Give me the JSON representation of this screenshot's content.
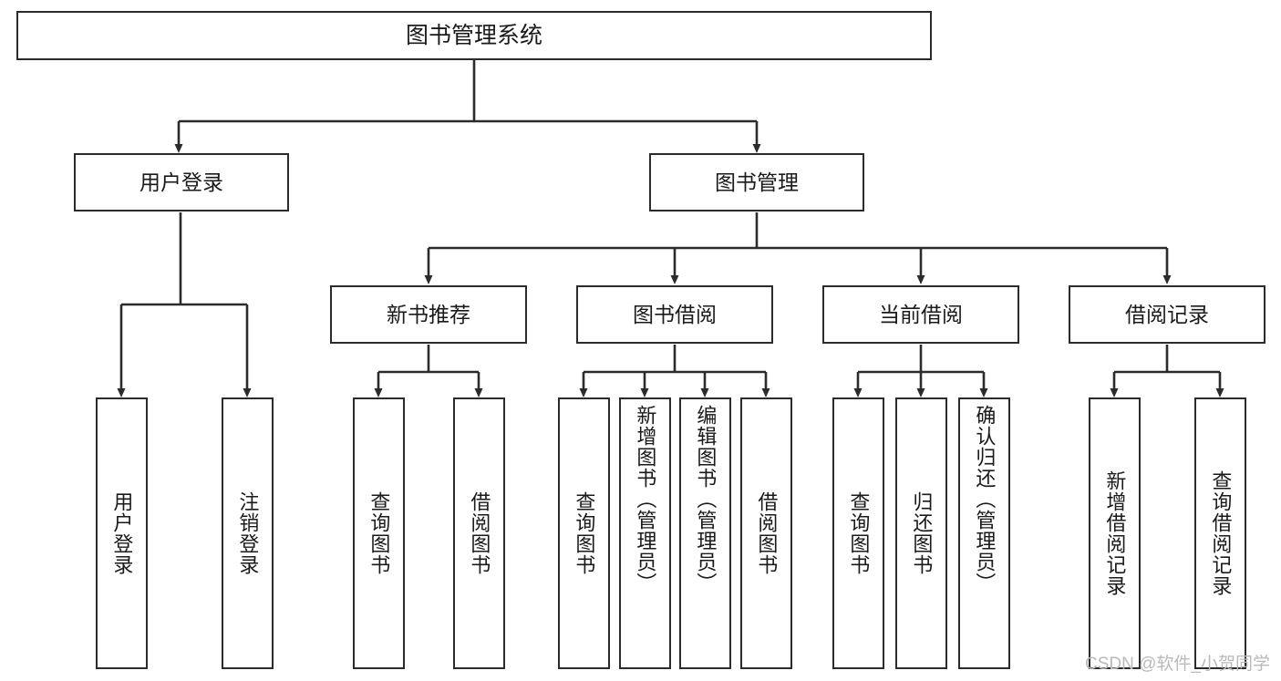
{
  "diagram": {
    "title": "图书管理系统",
    "type": "tree-hierarchy-diagram",
    "colors": {
      "stroke": "#2b2b2b",
      "fill": "#ffffff",
      "text": "#1a1a1a",
      "watermark": "#b9b9b9"
    },
    "nodes": {
      "root": {
        "label": "图书管理系统"
      },
      "level2": [
        {
          "label": "用户登录"
        },
        {
          "label": "图书管理"
        }
      ],
      "level3": [
        {
          "label": "新书推荐"
        },
        {
          "label": "图书借阅"
        },
        {
          "label": "当前借阅"
        },
        {
          "label": "借阅记录"
        }
      ],
      "leaves": {
        "user_login": [
          {
            "label": "用户登录"
          },
          {
            "label": "注销登录"
          }
        ],
        "new_book_recommend": [
          {
            "label": "查询图书"
          },
          {
            "label": "借阅图书"
          }
        ],
        "book_borrow": [
          {
            "label": "查询图书"
          },
          {
            "label": "新增图书（管理员）"
          },
          {
            "label": "编辑图书（管理员）"
          },
          {
            "label": "借阅图书"
          }
        ],
        "current_borrow": [
          {
            "label": "查询图书"
          },
          {
            "label": "归还图书"
          },
          {
            "label": "确认归还（管理员）"
          }
        ],
        "borrow_record": [
          {
            "label": "新增借阅记录"
          },
          {
            "label": "查询借阅记录"
          }
        ]
      }
    },
    "watermark": "CSDN @软件_小贺同学"
  }
}
